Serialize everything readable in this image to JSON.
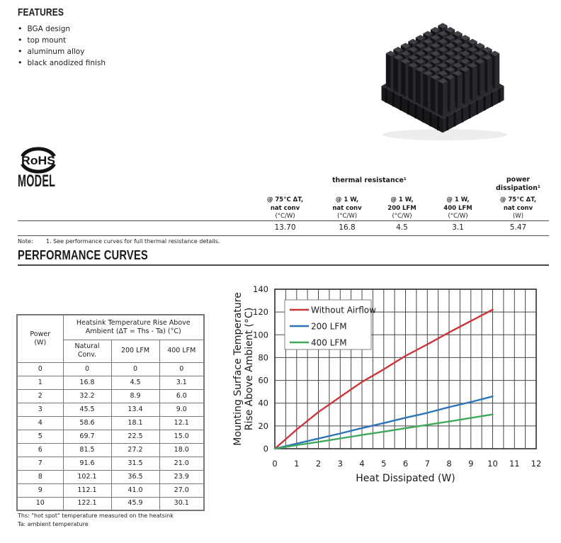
{
  "features": {
    "title": "FEATURES",
    "items": [
      "BGA design",
      "top mount",
      "aluminum alloy",
      "black anodized finish"
    ]
  },
  "rohs_label": "RoHS",
  "model": {
    "heading": "MODEL",
    "group_header_thermal": "thermal resistance¹",
    "group_header_power": "power\ndissipation¹",
    "columns": [
      {
        "header": "@ 75°C ΔT,\nnat conv",
        "unit": "(°C/W)",
        "value": "13.70"
      },
      {
        "header": "@ 1 W,\nnat conv",
        "unit": "(°C/W)",
        "value": "16.8"
      },
      {
        "header": "@ 1 W,\n200 LFM",
        "unit": "(°C/W)",
        "value": "4.5"
      },
      {
        "header": "@ 1 W,\n400 LFM",
        "unit": "(°C/W)",
        "value": "3.1"
      },
      {
        "header": "@ 75°C ΔT,\nnat conv",
        "unit": "(W)",
        "value": "5.47"
      }
    ],
    "note_label": "Note:",
    "note_text": "1.  See performance curves for full thermal resistance details."
  },
  "performance": {
    "heading": "PERFORMANCE CURVES",
    "table": {
      "power_header": "Power\n(W)",
      "span_header": "Heatsink Temperature Rise Above\nAmbient (ΔT = Ths - Ta) (°C)",
      "col_headers": [
        "Natural\nConv.",
        "200 LFM",
        "400 LFM"
      ],
      "rows": [
        [
          "0",
          "0",
          "0",
          "0"
        ],
        [
          "1",
          "16.8",
          "4.5",
          "3.1"
        ],
        [
          "2",
          "32.2",
          "8.9",
          "6.0"
        ],
        [
          "3",
          "45.5",
          "13.4",
          "9.0"
        ],
        [
          "4",
          "58.6",
          "18.1",
          "12.1"
        ],
        [
          "5",
          "69.7",
          "22.5",
          "15.0"
        ],
        [
          "6",
          "81.5",
          "27.2",
          "18.0"
        ],
        [
          "7",
          "91.6",
          "31.5",
          "21.0"
        ],
        [
          "8",
          "102.1",
          "36.5",
          "23.9"
        ],
        [
          "9",
          "112.1",
          "41.0",
          "27.0"
        ],
        [
          "10",
          "122.1",
          "45.9",
          "30.1"
        ]
      ]
    },
    "footnotes": [
      "Ths: \"hot spot\" temperature measured on the heatsink",
      "Ta: ambient temperature"
    ]
  },
  "chart_data": {
    "type": "line",
    "xlabel": "Heat Dissipated (W)",
    "ylabel": "Mounting Surface Temperature\nRise Above Ambient (°C)",
    "xlim": [
      0,
      12
    ],
    "ylim": [
      0,
      140
    ],
    "x_ticks": [
      0,
      1,
      2,
      3,
      4,
      5,
      6,
      7,
      8,
      9,
      10,
      11,
      12
    ],
    "y_ticks": [
      0,
      20,
      40,
      60,
      80,
      100,
      120,
      140
    ],
    "x_minor_step": 0.5,
    "grid": true,
    "legend_position": "top-left-inside",
    "x": [
      0,
      1,
      2,
      3,
      4,
      5,
      6,
      7,
      8,
      9,
      10
    ],
    "series": [
      {
        "name": "Without Airflow",
        "color": "#cb3538",
        "values": [
          0,
          16.8,
          32.2,
          45.5,
          58.6,
          69.7,
          81.5,
          91.6,
          102.1,
          112.1,
          122.1
        ]
      },
      {
        "name": "200 LFM",
        "color": "#2e74b8",
        "values": [
          0,
          4.5,
          8.9,
          13.4,
          18.1,
          22.5,
          27.2,
          31.5,
          36.5,
          41.0,
          45.9
        ]
      },
      {
        "name": "400 LFM",
        "color": "#3fa85c",
        "values": [
          0,
          3.1,
          6.0,
          9.0,
          12.1,
          15.0,
          18.0,
          21.0,
          23.9,
          27.0,
          30.1
        ]
      }
    ]
  }
}
